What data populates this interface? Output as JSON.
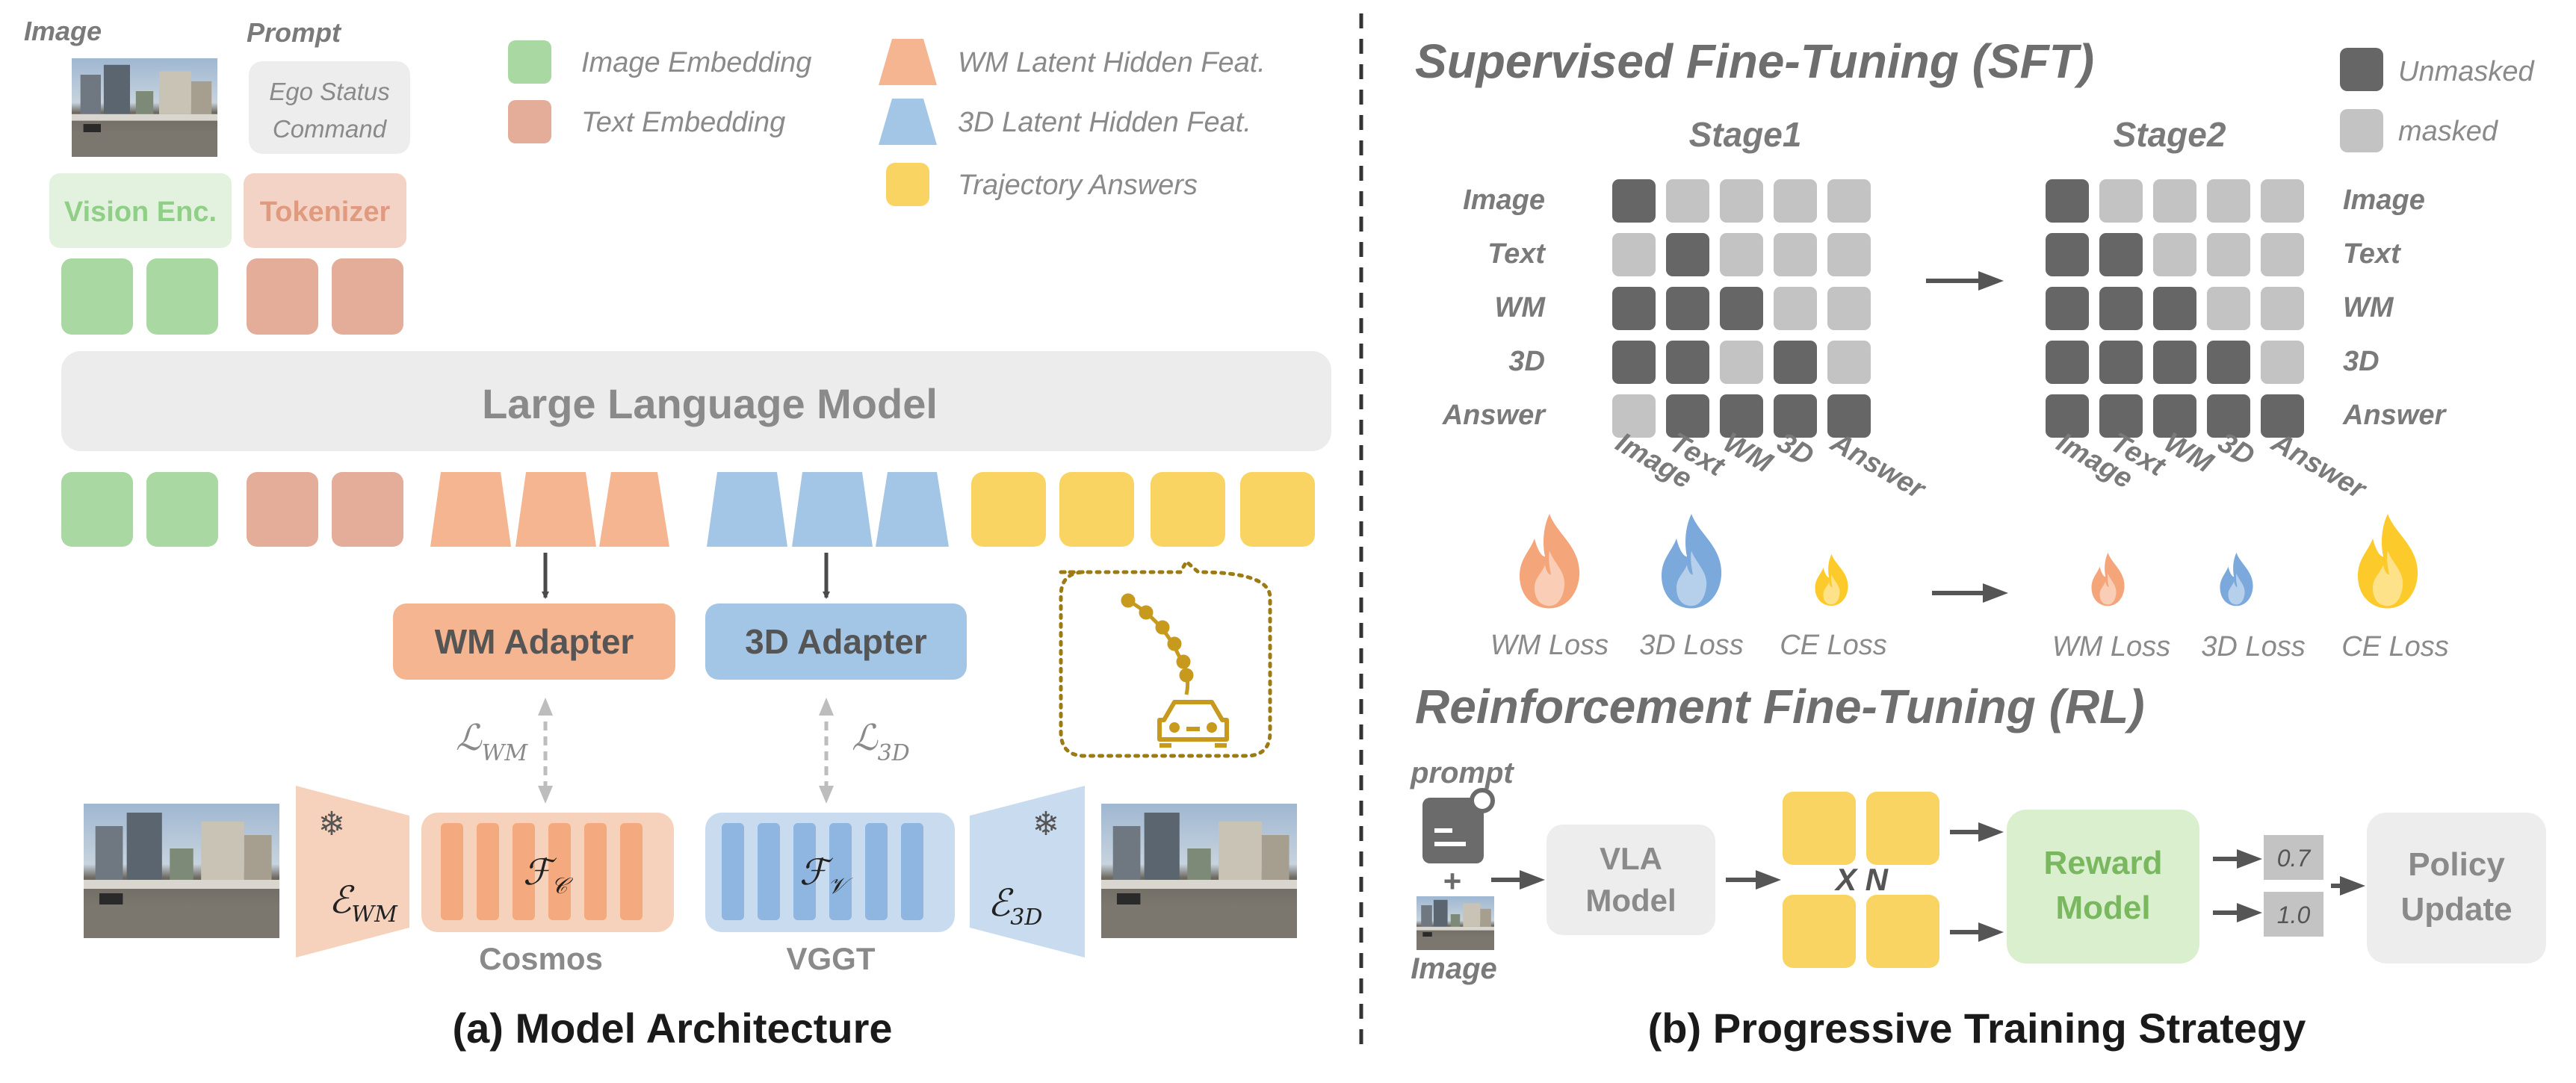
{
  "colors": {
    "image_embedding": "#a9d8a2",
    "text_embedding": "#e4ad9a",
    "wm_latent": "#f6b591",
    "latent_3d": "#a4c6e6",
    "trajectory": "#fad462",
    "unmasked": "#666666",
    "masked": "#c3c3c3",
    "reward": "#d9efcd"
  },
  "left": {
    "image_label": "Image",
    "prompt_label": "Prompt",
    "prompt_line1": "Ego Status",
    "prompt_line2": "Command",
    "vision_enc": "Vision Enc.",
    "tokenizer": "Tokenizer",
    "legend": {
      "image_embedding": "Image Embedding",
      "text_embedding": "Text Embedding",
      "wm_latent": "WM Latent Hidden Feat.",
      "latent_3d": "3D Latent Hidden Feat.",
      "trajectory": "Trajectory Answers"
    },
    "llm": "Large Language Model",
    "wm_adapter": "WM Adapter",
    "adapter_3d": "3D Adapter",
    "loss_wm_sym": "ℒ",
    "loss_wm_sub": "WM",
    "loss_3d_sym": "ℒ",
    "loss_3d_sub": "3D",
    "enc_wm_sym": "ℰ",
    "enc_wm_sub": "WM",
    "enc_3d_sym": "ℰ",
    "enc_3d_sub": "3D",
    "fc_sym": "ℱ",
    "fc_sub": "𝒞",
    "fv_sym": "ℱ",
    "fv_sub": "𝒱",
    "cosmos": "Cosmos",
    "vggt": "VGGT",
    "snowflake": "❄",
    "caption": "(a) Model Architecture"
  },
  "right": {
    "sft_title": "Supervised Fine-Tuning (SFT)",
    "unmasked": "Unmasked",
    "masked": "masked",
    "stage1": "Stage1",
    "stage2": "Stage2",
    "rows": [
      "Image",
      "Text",
      "WM",
      "3D",
      "Answer"
    ],
    "cols": [
      "Image",
      "Text",
      "WM",
      "3D",
      "Answer"
    ],
    "stage1_matrix": [
      [
        1,
        0,
        0,
        0,
        0
      ],
      [
        0,
        1,
        0,
        0,
        0
      ],
      [
        1,
        1,
        1,
        0,
        0
      ],
      [
        1,
        1,
        0,
        1,
        0
      ],
      [
        0,
        1,
        1,
        1,
        1
      ]
    ],
    "stage2_matrix": [
      [
        1,
        0,
        0,
        0,
        0
      ],
      [
        1,
        1,
        0,
        0,
        0
      ],
      [
        1,
        1,
        1,
        0,
        0
      ],
      [
        1,
        1,
        1,
        1,
        0
      ],
      [
        1,
        1,
        1,
        1,
        1
      ]
    ],
    "losses_stage1": [
      "WM Loss",
      "3D Loss",
      "CE Loss"
    ],
    "losses_stage2": [
      "WM Loss",
      "3D Loss",
      "CE Loss"
    ],
    "rl_title": "Reinforcement Fine-Tuning (RL)",
    "prompt": "prompt",
    "plus": "+",
    "image": "Image",
    "vla_line1": "VLA",
    "vla_line2": "Model",
    "xn": "X N",
    "reward_line1": "Reward",
    "reward_line2": "Model",
    "score1": "0.7",
    "score2": "1.0",
    "policy_line1": "Policy",
    "policy_line2": "Update",
    "caption": "(b) Progressive Training Strategy"
  }
}
